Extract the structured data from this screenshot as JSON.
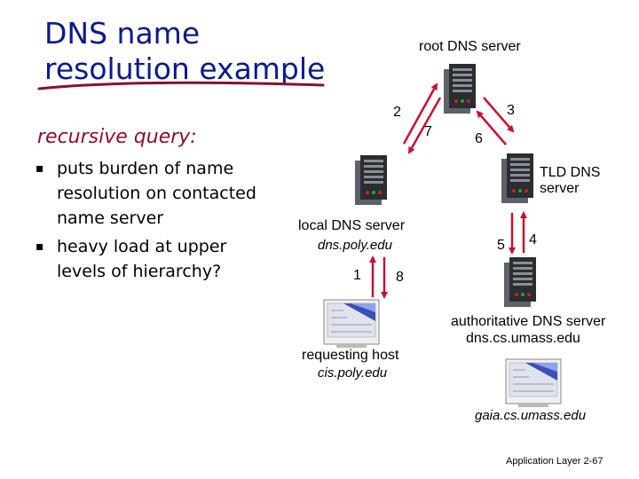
{
  "title": {
    "line1": "DNS name",
    "line2": "resolution example"
  },
  "subtitle": "recursive query:",
  "bullets": [
    "puts burden of name resolution on contacted name server",
    "heavy load at upper levels of hierarchy?"
  ],
  "labels": {
    "root": "root DNS server",
    "tld": "TLD DNS server",
    "local": "local DNS server",
    "local_domain": "dns.poly.edu",
    "auth": "authoritative DNS server",
    "auth_domain": "dns.cs.umass.edu",
    "requesting": "requesting host",
    "requesting_domain": "cis.poly.edu",
    "gaia": "gaia.cs.umass.edu"
  },
  "steps": [
    "1",
    "2",
    "3",
    "4",
    "5",
    "6",
    "7",
    "8"
  ],
  "footer": "Application Layer 2-67",
  "colors": {
    "title": "#0a1a8c",
    "subtitle": "#8b0f2a",
    "arrow": "#c8102e",
    "underline": "#8b0f2a"
  },
  "icons": {
    "bullet": "square-bullet-icon",
    "server": "server-tower-icon",
    "host": "desktop-computer-icon"
  }
}
